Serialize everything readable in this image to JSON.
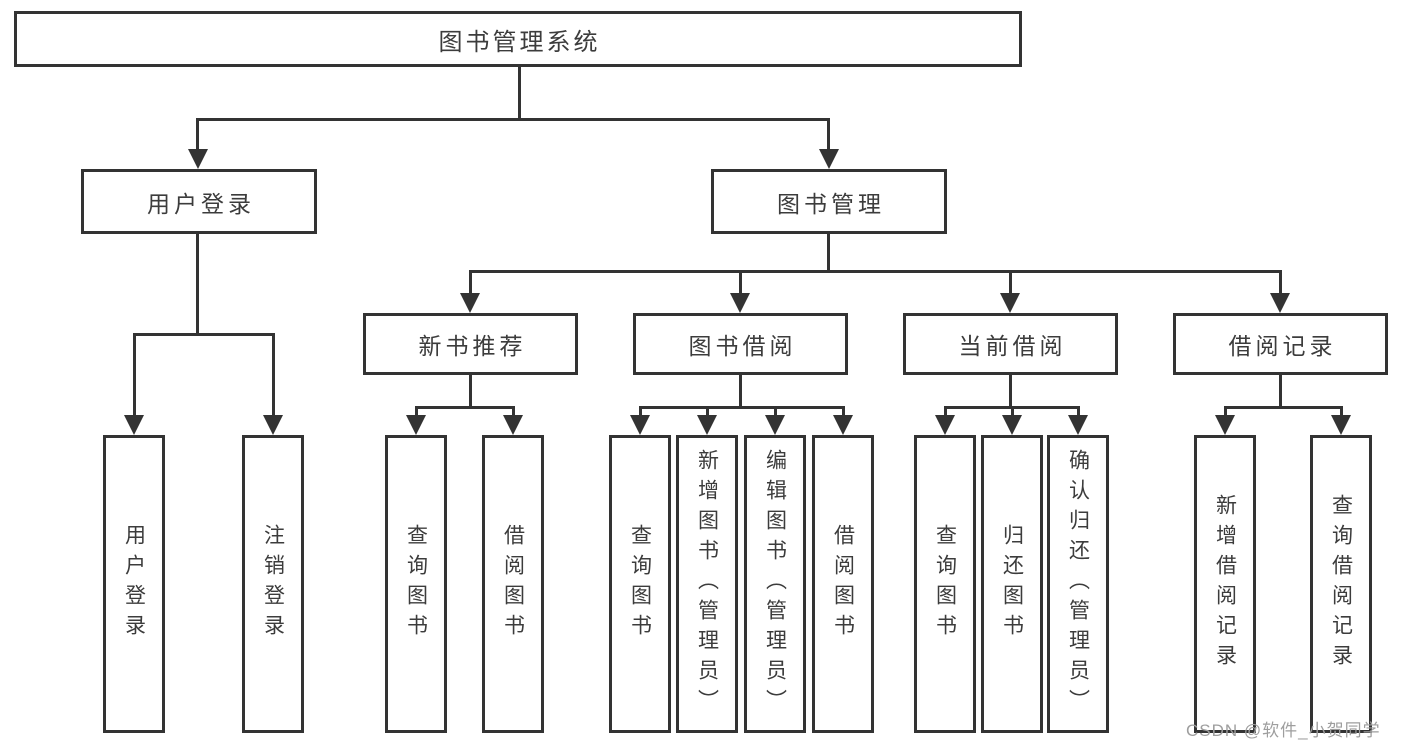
{
  "tree": {
    "root": {
      "label": "图书管理系统",
      "children": [
        {
          "label": "用户登录",
          "children": [
            {
              "label": "用户登录"
            },
            {
              "label": "注销登录"
            }
          ]
        },
        {
          "label": "图书管理",
          "children": [
            {
              "label": "新书推荐",
              "children": [
                {
                  "label": "查询图书"
                },
                {
                  "label": "借阅图书"
                }
              ]
            },
            {
              "label": "图书借阅",
              "children": [
                {
                  "label": "查询图书"
                },
                {
                  "label": "新增图书（管理员）"
                },
                {
                  "label": "编辑图书（管理员）"
                },
                {
                  "label": "借阅图书"
                }
              ]
            },
            {
              "label": "当前借阅",
              "children": [
                {
                  "label": "查询图书"
                },
                {
                  "label": "归还图书"
                },
                {
                  "label": "确认归还（管理员）"
                }
              ]
            },
            {
              "label": "借阅记录",
              "children": [
                {
                  "label": "新增借阅记录"
                },
                {
                  "label": "查询借阅记录"
                }
              ]
            }
          ]
        }
      ]
    }
  },
  "watermark": {
    "text": "CSDN @软件_小贺同学"
  },
  "colors": {
    "line": "#333333",
    "text": "#3c3c3c",
    "watermark": "#9e9e9e",
    "background": "#ffffff"
  }
}
